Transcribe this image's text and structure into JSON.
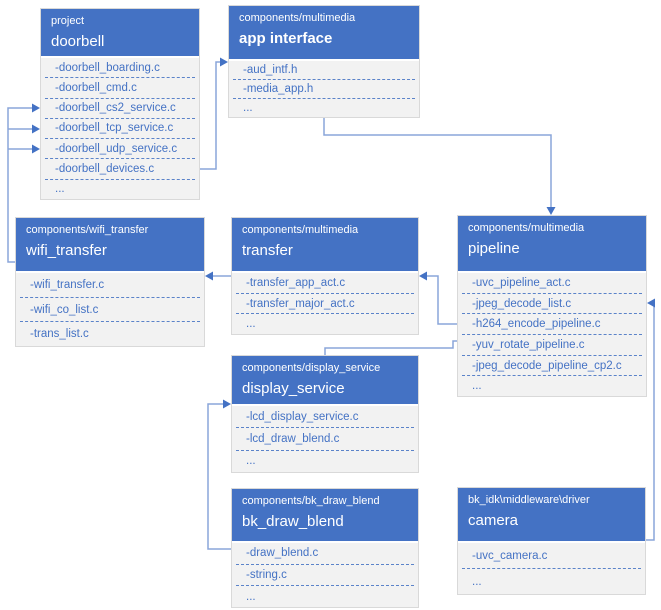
{
  "colors": {
    "header_bg": "#4472C4",
    "header_text": "#FFFFFF",
    "list_bg": "#F2F2F2",
    "file_text": "#4472C4",
    "separator_dash": "#5B83C9",
    "connector_line": "#8AA5DA",
    "arrowhead": "#4472C4"
  },
  "boxes": [
    {
      "id": "doorbell",
      "path": "project",
      "name": "doorbell",
      "files": [
        "-doorbell_boarding.c",
        "-doorbell_cmd.c",
        "-doorbell_cs2_service.c",
        "-doorbell_tcp_service.c",
        "-doorbell_udp_service.c",
        "-doorbell_devices.c",
        "..."
      ]
    },
    {
      "id": "app-interface",
      "path": "components/multimedia",
      "name": "app interface",
      "files": [
        "-aud_intf.h",
        "-media_app.h",
        "..."
      ]
    },
    {
      "id": "wifi-transfer",
      "path": "components/wifi_transfer",
      "name": "wifi_transfer",
      "files": [
        "-wifi_transfer.c",
        "-wifi_co_list.c",
        "-trans_list.c"
      ]
    },
    {
      "id": "transfer",
      "path": "components/multimedia",
      "name": "transfer",
      "files": [
        "-transfer_app_act.c",
        "-transfer_major_act.c",
        "..."
      ]
    },
    {
      "id": "pipeline",
      "path": "components/multimedia",
      "name": "pipeline",
      "files": [
        "-uvc_pipeline_act.c",
        "-jpeg_decode_list.c",
        "-h264_encode_pipeline.c",
        "-yuv_rotate_pipeline.c",
        "-jpeg_decode_pipeline_cp2.c",
        "..."
      ]
    },
    {
      "id": "display-service",
      "path": "components/display_service",
      "name": "display_service",
      "files": [
        "-lcd_display_service.c",
        "-lcd_draw_blend.c",
        "..."
      ]
    },
    {
      "id": "bk-draw-blend",
      "path": "components/bk_draw_blend",
      "name": "bk_draw_blend",
      "files": [
        "-draw_blend.c",
        "-string.c",
        "..."
      ]
    },
    {
      "id": "camera",
      "path": "bk_idk\\middleware\\driver",
      "name": "camera",
      "files": [
        "-uvc_camera.c",
        "..."
      ]
    }
  ],
  "connections": [
    {
      "from": "doorbell:-doorbell_devices.c",
      "to": "app interface"
    },
    {
      "from": "app interface",
      "to": "pipeline"
    },
    {
      "from": "pipeline:-h264_encode_pipeline.c",
      "to": "transfer:-transfer_app_act.c"
    },
    {
      "from": "transfer",
      "to": "wifi_transfer"
    },
    {
      "from": "wifi_transfer",
      "to": "doorbell:-doorbell_cs2_service.c"
    },
    {
      "from": "wifi_transfer",
      "to": "doorbell:-doorbell_tcp_service.c"
    },
    {
      "from": "wifi_transfer",
      "to": "doorbell:-doorbell_udp_service.c"
    },
    {
      "from": "pipeline:-yuv_rotate_pipeline.c",
      "to": "display_service"
    },
    {
      "from": "bk_draw_blend:-draw_blend.c",
      "to": "display_service:-lcd_display_service.c"
    },
    {
      "from": "camera",
      "to": "pipeline:-jpeg_decode_list.c"
    }
  ]
}
